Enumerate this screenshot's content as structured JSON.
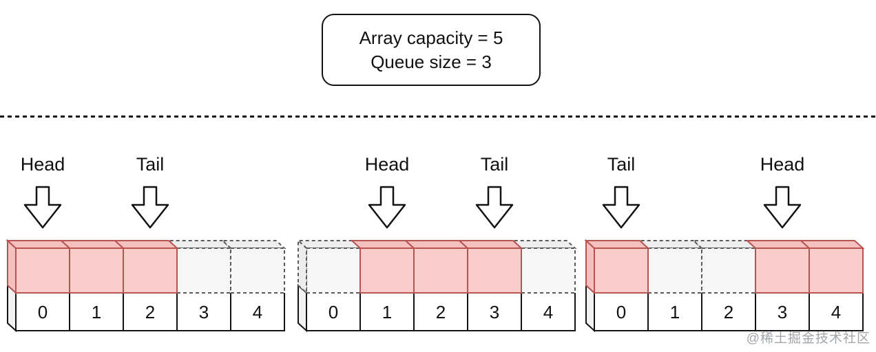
{
  "title_box": {
    "lines": [
      "Array capacity = 5",
      "Queue size = 3"
    ]
  },
  "watermark": "@稀土掘金技术社区",
  "colors": {
    "filled_front": "#f9cdcc",
    "filled_top": "#f5c1c0",
    "filled_stroke": "#b85450",
    "empty_front": "#f6f6f7",
    "empty_top": "#ededee",
    "empty_stroke": "#595959",
    "index_fill": "#ffffff",
    "index_stroke": "#141414",
    "side_fill": "#f2f2f2",
    "text": "#111111"
  },
  "diagram": {
    "capacity": 5,
    "queue_size": 3,
    "indices": [
      "0",
      "1",
      "2",
      "3",
      "4"
    ],
    "states": [
      {
        "name": "state-1",
        "filled": [
          0,
          1,
          2
        ],
        "pointers": [
          {
            "label": "Head",
            "cell": 0
          },
          {
            "label": "Tail",
            "cell": 2
          }
        ]
      },
      {
        "name": "state-2",
        "filled": [
          1,
          2,
          3
        ],
        "pointers": [
          {
            "label": "Head",
            "cell": 1
          },
          {
            "label": "Tail",
            "cell": 3
          }
        ]
      },
      {
        "name": "state-3",
        "filled": [
          0,
          3,
          4
        ],
        "pointers": [
          {
            "label": "Tail",
            "cell": 0
          },
          {
            "label": "Head",
            "cell": 3
          }
        ]
      }
    ]
  }
}
